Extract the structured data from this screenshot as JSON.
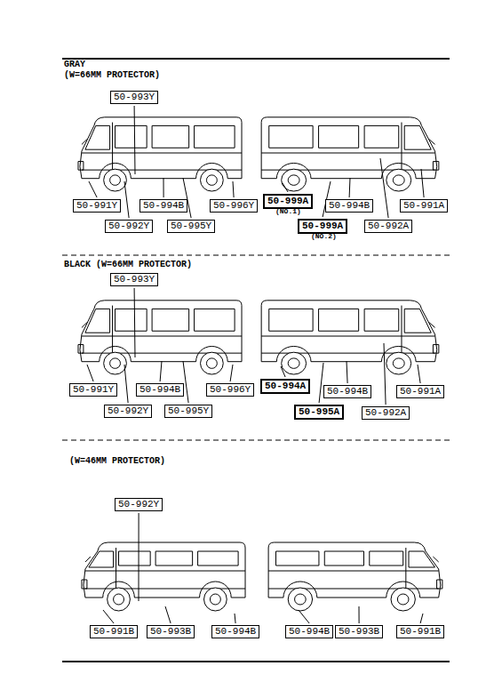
{
  "diagram": {
    "nodes": [
      {
        "text": [
          "50-993Y"
        ]
      },
      {
        "text": [
          "50-991Y"
        ]
      },
      {
        "text": [
          "50-992Y"
        ]
      },
      {
        "text": [
          "50-994B"
        ]
      },
      {
        "text": [
          "50-995Y"
        ]
      },
      {
        "text": [
          "50-996Y"
        ]
      },
      {
        "text": [
          "50-999A"
        ]
      },
      {
        "text": [
          "50-994B"
        ]
      },
      {
        "text": [
          "50-991A"
        ]
      },
      {
        "text": [
          "50-999A"
        ]
      },
      {
        "text": [
          "50-992A"
        ]
      },
      {
        "text": [
          "50-993Y"
        ]
      },
      {
        "text": [
          "50-991Y"
        ]
      },
      {
        "text": [
          "50-992Y"
        ]
      },
      {
        "text": [
          "50-994B"
        ]
      },
      {
        "text": [
          "50-995Y"
        ]
      },
      {
        "text": [
          "50-996Y"
        ]
      },
      {
        "text": [
          "50-994A"
        ]
      },
      {
        "text": [
          "50-994B"
        ]
      },
      {
        "text": [
          "50-991A"
        ]
      },
      {
        "text": [
          "50-995A"
        ]
      },
      {
        "text": [
          "50-992A"
        ]
      },
      {
        "text": [
          "50-992Y"
        ]
      },
      {
        "text": [
          "50-991B"
        ]
      },
      {
        "text": [
          "50-993B"
        ]
      },
      {
        "text": [
          "50-994B"
        ]
      },
      {
        "text": [
          "50-994B"
        ]
      },
      {
        "text": [
          "50-993B"
        ]
      },
      {
        "text": [
          "50-991B"
        ]
      }
    ],
    "labels": [
      "GRAY",
      "(W=66MM PROTECTOR)",
      "(NO.1)",
      "(NO.2)",
      "BLACK (W=66MM PROTECTOR)",
      "(W=46MM PROTECTOR)"
    ]
  }
}
